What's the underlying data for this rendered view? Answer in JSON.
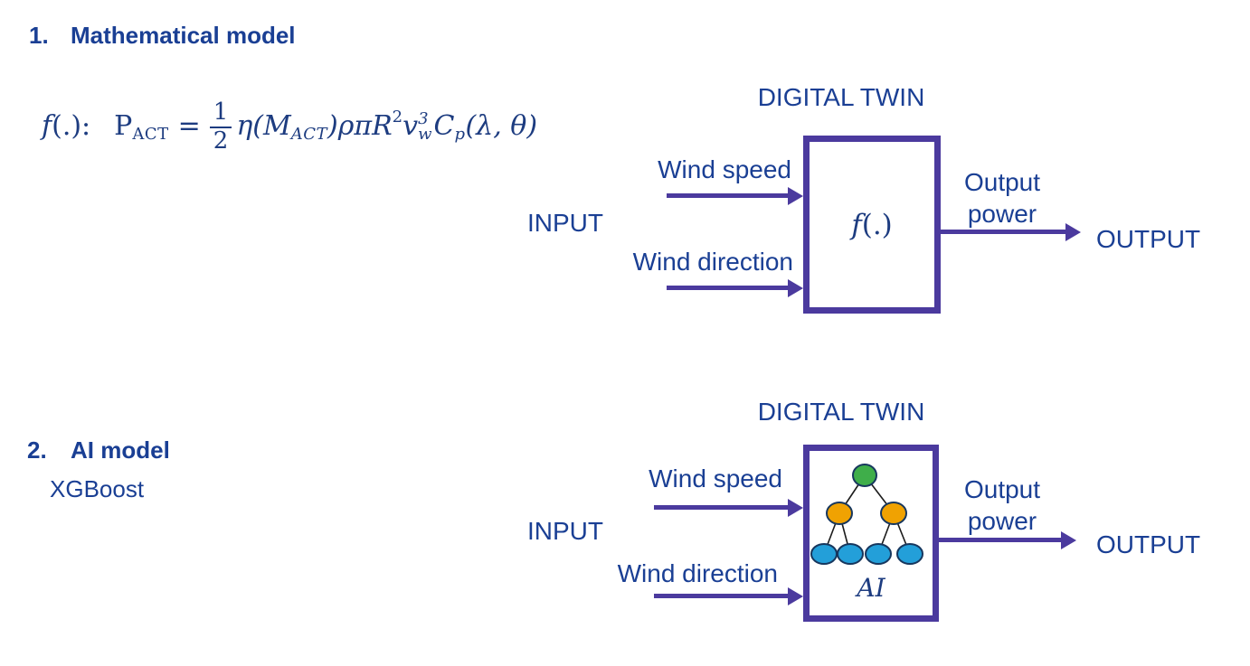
{
  "colors": {
    "navy": "#1A3F94",
    "serifNavy": "#1D3C80",
    "purple": "#4B3A9E",
    "treeRoot": "#3FAE4A",
    "treeMid": "#F0A202",
    "treeLeaf": "#239FD9",
    "treeStroke": "#17375E",
    "treeLine": "#1B1B1B"
  },
  "section1": {
    "number": "1.",
    "heading": "Mathematical model",
    "formula": {
      "func": "f",
      "func_tail": "(.):",
      "lhs": "P",
      "lhs_sub": "ACT",
      "eq": "=",
      "num": "1",
      "den": "2",
      "eta": "η(",
      "m": "M",
      "m_sub": "ACT",
      "mid": ")ρπR",
      "r_sup": "2",
      "v": "v",
      "v_sup": "3",
      "v_sub": "w",
      "c": "C",
      "c_sub": "p",
      "tail": "(λ, θ)"
    }
  },
  "diagram1": {
    "title": "DIGITAL TWIN",
    "box_label_func": "f",
    "box_label_tail": "(.)",
    "input_top": "Wind speed",
    "input_label": "INPUT",
    "input_bottom": "Wind direction",
    "output_line1": "Output",
    "output_line2": "power",
    "output_label": "OUTPUT"
  },
  "section2": {
    "number": "2.",
    "heading": "AI model",
    "subtitle": "XGBoost"
  },
  "diagram2": {
    "title": "DIGITAL TWIN",
    "ai_label": "AI",
    "input_top": "Wind speed",
    "input_label": "INPUT",
    "input_bottom": "Wind direction",
    "output_line1": "Output",
    "output_line2": "power",
    "output_label": "OUTPUT"
  }
}
